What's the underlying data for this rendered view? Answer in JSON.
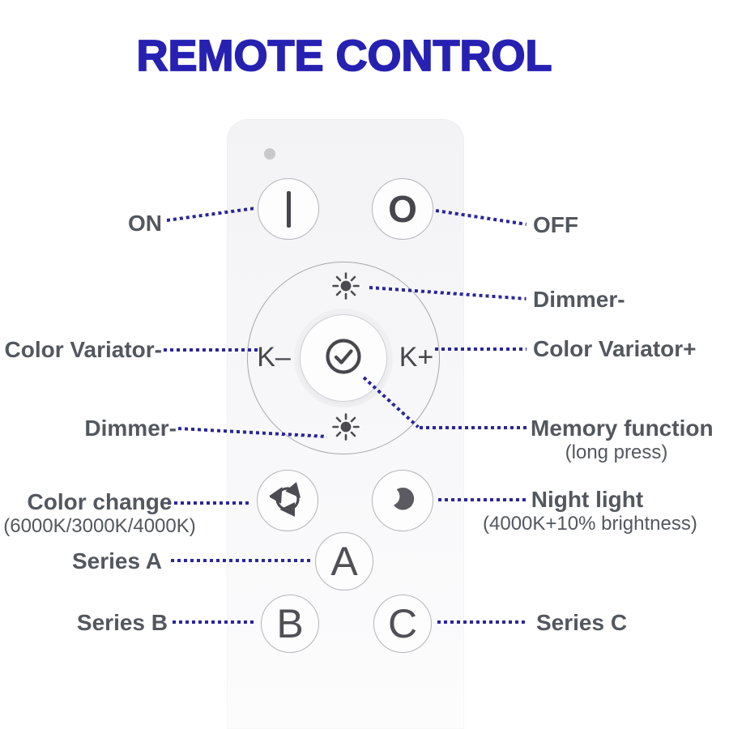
{
  "title": "REMOTE CONTROL",
  "colors": {
    "title_blue": "#2721b2",
    "dotted_line": "#2b2699",
    "label_gray": "#53575e",
    "remote_body": "#f4f4f6",
    "glyph_gray": "#4a4a50"
  },
  "remote": {
    "buttons": {
      "power_on_glyph": "I",
      "power_off_glyph": "O",
      "k_minus": "K–",
      "k_plus": "K+",
      "series_a": "A",
      "series_b": "B",
      "series_c": "C"
    },
    "icons": {
      "led": "led-indicator",
      "dimmer_top": "sun-icon",
      "dimmer_bottom": "sun-icon",
      "memory": "check-circle-icon",
      "color_change": "cycle-arrows-icon",
      "night_light": "moon-icon"
    }
  },
  "labels": {
    "on": "ON",
    "off": "OFF",
    "dimmer_right": "Dimmer-",
    "color_variator_minus": "Color Variator-",
    "color_variator_plus": "Color Variator+",
    "dimmer_left": "Dimmer-",
    "memory_function": "Memory function",
    "memory_sub": "(long press)",
    "color_change": "Color change",
    "color_change_sub": "(6000K/3000K/4000K)",
    "night_light": "Night light",
    "night_light_sub": "(4000K+10% brightness)",
    "series_a": "Series A",
    "series_b": "Series B",
    "series_c": "Series C"
  }
}
